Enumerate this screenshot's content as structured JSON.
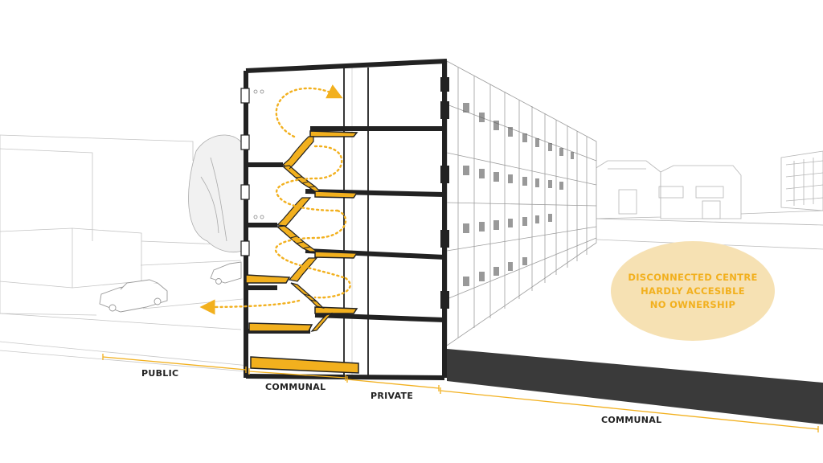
{
  "colors": {
    "accent": "#f2b01e",
    "callout_bg": "#f6e1b3",
    "structure": "#222222",
    "ground": "#3a3a3a",
    "sketch": "#b5b5b5"
  },
  "callout": {
    "lines": [
      "DISCONNECTED CENTRE",
      "HARDLY ACCESIBLE",
      "NO OWNERSHIP"
    ]
  },
  "zones": {
    "public": "PUBLIC",
    "communal_inner": "COMMUNAL",
    "private": "PRIVATE",
    "communal_outer": "COMMUNAL"
  },
  "icons": {
    "circulation": "dotted-arrow-loop-icon",
    "entry": "dotted-arrow-left-icon"
  }
}
